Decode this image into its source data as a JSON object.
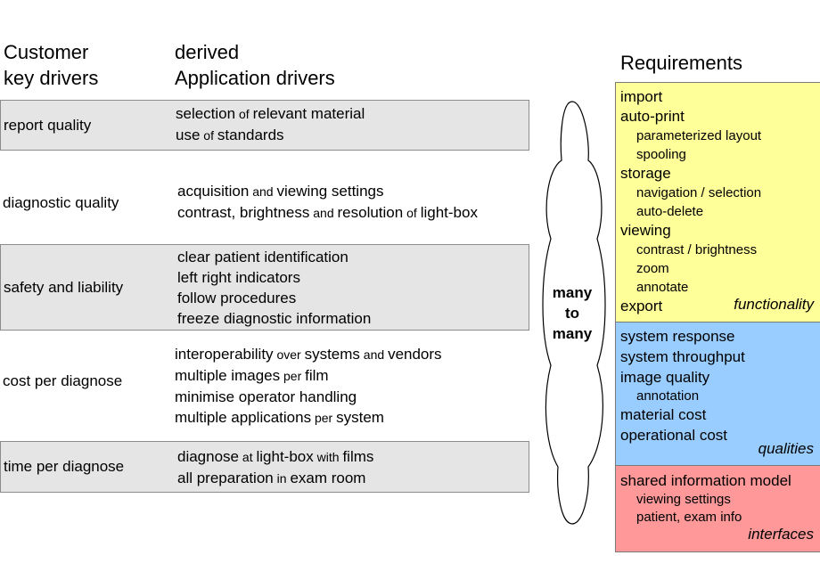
{
  "headers": {
    "customer_line1": "Customer",
    "customer_line2": "key drivers",
    "derived_line1": "derived",
    "derived_line2": "Application drivers",
    "requirements": "Requirements"
  },
  "rows": [
    {
      "driver": "report quality",
      "apps": [
        [
          {
            "t": "selection"
          },
          {
            "t": " of ",
            "s": true
          },
          {
            "t": "relevant material"
          }
        ],
        [
          {
            "t": "use"
          },
          {
            "t": " of ",
            "s": true
          },
          {
            "t": "standards"
          }
        ]
      ]
    },
    {
      "driver": "diagnostic quality",
      "apps": [
        [
          {
            "t": "acquisition"
          },
          {
            "t": " and ",
            "s": true
          },
          {
            "t": "viewing settings"
          }
        ],
        [
          {
            "t": "contrast, brightness"
          },
          {
            "t": " and ",
            "s": true
          },
          {
            "t": "resolution"
          },
          {
            "t": " of ",
            "s": true
          },
          {
            "t": "light-box"
          }
        ]
      ]
    },
    {
      "driver": "safety and liability",
      "apps": [
        [
          {
            "t": "clear patient identification"
          }
        ],
        [
          {
            "t": "left right indicators"
          }
        ],
        [
          {
            "t": "follow procedures"
          }
        ],
        [
          {
            "t": "freeze diagnostic information"
          }
        ]
      ]
    },
    {
      "driver": "cost per diagnose",
      "apps": [
        [
          {
            "t": "interoperability"
          },
          {
            "t": " over ",
            "s": true
          },
          {
            "t": "systems"
          },
          {
            "t": " and ",
            "s": true
          },
          {
            "t": "vendors"
          }
        ],
        [
          {
            "t": "multiple images"
          },
          {
            "t": " per ",
            "s": true
          },
          {
            "t": "film"
          }
        ],
        [
          {
            "t": "minimise operator handling"
          }
        ],
        [
          {
            "t": "multiple applications"
          },
          {
            "t": " per ",
            "s": true
          },
          {
            "t": "system"
          }
        ]
      ]
    },
    {
      "driver": "time per diagnose",
      "apps": [
        [
          {
            "t": "diagnose"
          },
          {
            "t": " at ",
            "s": true
          },
          {
            "t": "light-box"
          },
          {
            "t": " with ",
            "s": true
          },
          {
            "t": "films"
          }
        ],
        [
          {
            "t": "all preparation"
          },
          {
            "t": " in ",
            "s": true
          },
          {
            "t": "exam room"
          }
        ]
      ]
    }
  ],
  "cloud": {
    "lines": [
      "many",
      "to",
      "many"
    ]
  },
  "requirement_groups": [
    {
      "category": "functionality",
      "color": "#ffff99",
      "items": [
        {
          "text": "import",
          "level": 0
        },
        {
          "text": "auto-print",
          "level": 0
        },
        {
          "text": "parameterized layout",
          "level": 1
        },
        {
          "text": "spooling",
          "level": 1
        },
        {
          "text": "storage",
          "level": 0
        },
        {
          "text": "navigation / selection",
          "level": 1
        },
        {
          "text": "auto-delete",
          "level": 1
        },
        {
          "text": "viewing",
          "level": 0
        },
        {
          "text": "contrast / brightness",
          "level": 1
        },
        {
          "text": "zoom",
          "level": 1
        },
        {
          "text": "annotate",
          "level": 1
        },
        {
          "text": "export",
          "level": 0
        }
      ]
    },
    {
      "category": "qualities",
      "color": "#99ccff",
      "items": [
        {
          "text": "system response",
          "level": 0
        },
        {
          "text": "system throughput",
          "level": 0
        },
        {
          "text": "image quality",
          "level": 0
        },
        {
          "text": "annotation",
          "level": 1
        },
        {
          "text": "material cost",
          "level": 0
        },
        {
          "text": "operational cost",
          "level": 0
        }
      ]
    },
    {
      "category": "interfaces",
      "color": "#ff9999",
      "items": [
        {
          "text": "shared information model",
          "level": 0
        },
        {
          "text": "viewing settings",
          "level": 1
        },
        {
          "text": "patient, exam info",
          "level": 1
        }
      ]
    }
  ]
}
